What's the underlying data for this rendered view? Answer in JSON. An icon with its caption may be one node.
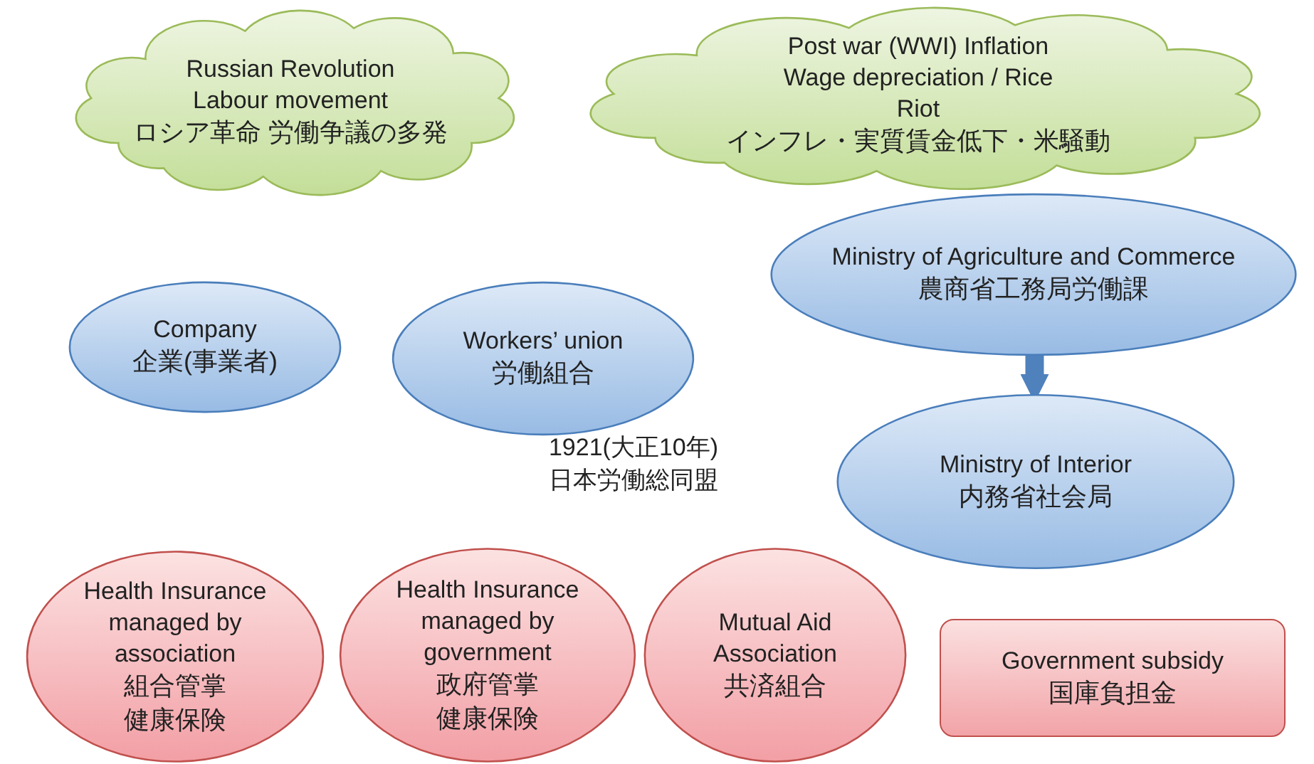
{
  "diagram": {
    "nodes": [
      {
        "text": [
          "Russian Revolution Labour movement",
          "ロシア革命 労働争議の多発"
        ]
      },
      {
        "text": [
          "Post war (WWI) Inflation Wage depreciation / Rice Riot",
          "インフレ・実質賃金低下・米騒動"
        ]
      },
      {
        "text": [
          "Company",
          "企業(事業者)"
        ]
      },
      {
        "text": [
          "Workers’ union",
          "労働組合"
        ],
        "beside": [
          "1921(大正10年)",
          "日本労働総同盟"
        ]
      },
      {
        "text": [
          "Ministry of Agriculture and Commerce",
          "農商省工務局労働課"
        ]
      },
      {
        "text": [
          "Ministry of Interior",
          "内務省社会局"
        ]
      },
      {
        "text": [
          "Health Insurance managed by association",
          "組合管掌健康保険"
        ]
      },
      {
        "text": [
          "Health Insurance managed by government",
          "政府管掌健康保険"
        ]
      },
      {
        "text": [
          "Mutual Aid Association",
          "共済組合"
        ]
      },
      {
        "text": [
          "Government subsidy",
          "国庫負担金"
        ]
      }
    ],
    "edges": [
      {
        "from": 4,
        "to": 5,
        "arrow": "to"
      }
    ]
  }
}
